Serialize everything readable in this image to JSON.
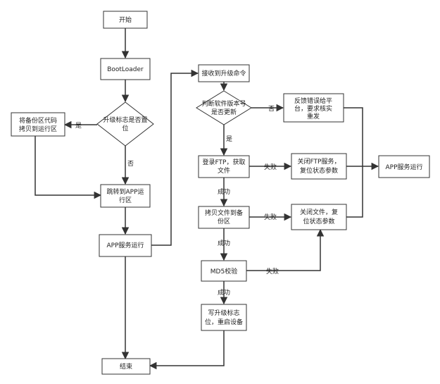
{
  "nodes": {
    "start": "开始",
    "bootloader": "BootLoader",
    "check_flag": [
      "升级标志是否置",
      "位"
    ],
    "copy_backup": [
      "将备份区代码",
      "拷贝到运行区"
    ],
    "jump_app": [
      "跳转到APP运",
      "行区"
    ],
    "app_run_left": "APP服务运行",
    "end": "结束",
    "recv_cmd": "接收到升级命令",
    "check_version": [
      "判断软件版本号",
      "是否更新"
    ],
    "report_error": [
      "反馈错误给平",
      "台，要求核实",
      "重发"
    ],
    "login_ftp": [
      "登录FTP，获取",
      "文件"
    ],
    "close_ftp": [
      "关闭FTP服务，",
      "复位状态参数"
    ],
    "copy_file": [
      "拷贝文件到备",
      "份区"
    ],
    "close_file": [
      "关闭文件，复",
      "位状态参数"
    ],
    "md5_check": "MD5校验",
    "write_flag": [
      "写升级标志",
      "位，重启设备"
    ],
    "app_run_right": "APP服务运行"
  },
  "edges": {
    "yes": "是",
    "no": "否",
    "success": "成功",
    "fail": "失败"
  }
}
